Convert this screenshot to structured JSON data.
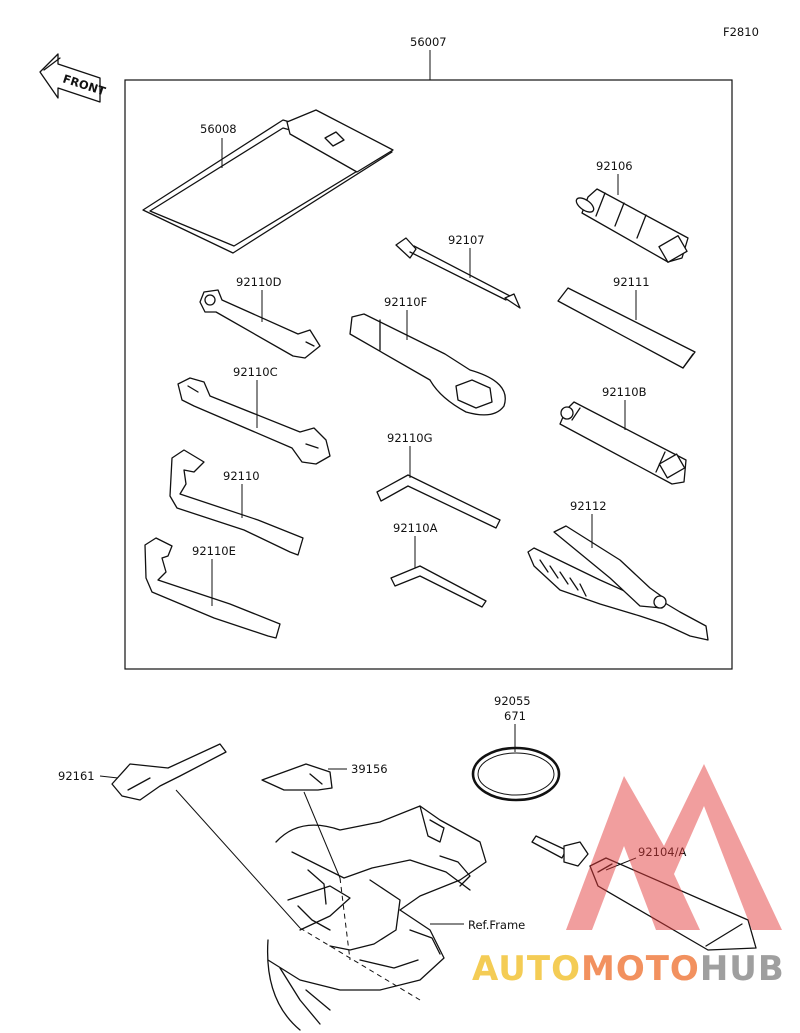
{
  "figure_code": "F2810",
  "front_label": "FRONT",
  "parts": {
    "kit": "56007",
    "bag": "56008",
    "grip": "92106",
    "screwdriver": "92107",
    "handle_bar": "92111",
    "wrench_d": "92110D",
    "wrench_f": "92110F",
    "wrench_c": "92110C",
    "box_wrench_b": "92110B",
    "hex_key_g": "92110G",
    "spanner": "92110",
    "hex_key_a": "92110A",
    "pliers": "92112",
    "spanner_e": "92110E",
    "oring_a": "92055",
    "oring_b": "671",
    "clip": "92161",
    "bracket": "39156",
    "grease": "92104/A",
    "ref_frame": "Ref.Frame"
  },
  "watermark": {
    "part1": "AUTO",
    "part2": "MOTO",
    "part3": "HUB",
    "colors": {
      "auto": "#f2c230",
      "moto": "#f07a3c",
      "hub": "#8a8a8a",
      "triangle": "#e23b3b"
    }
  }
}
